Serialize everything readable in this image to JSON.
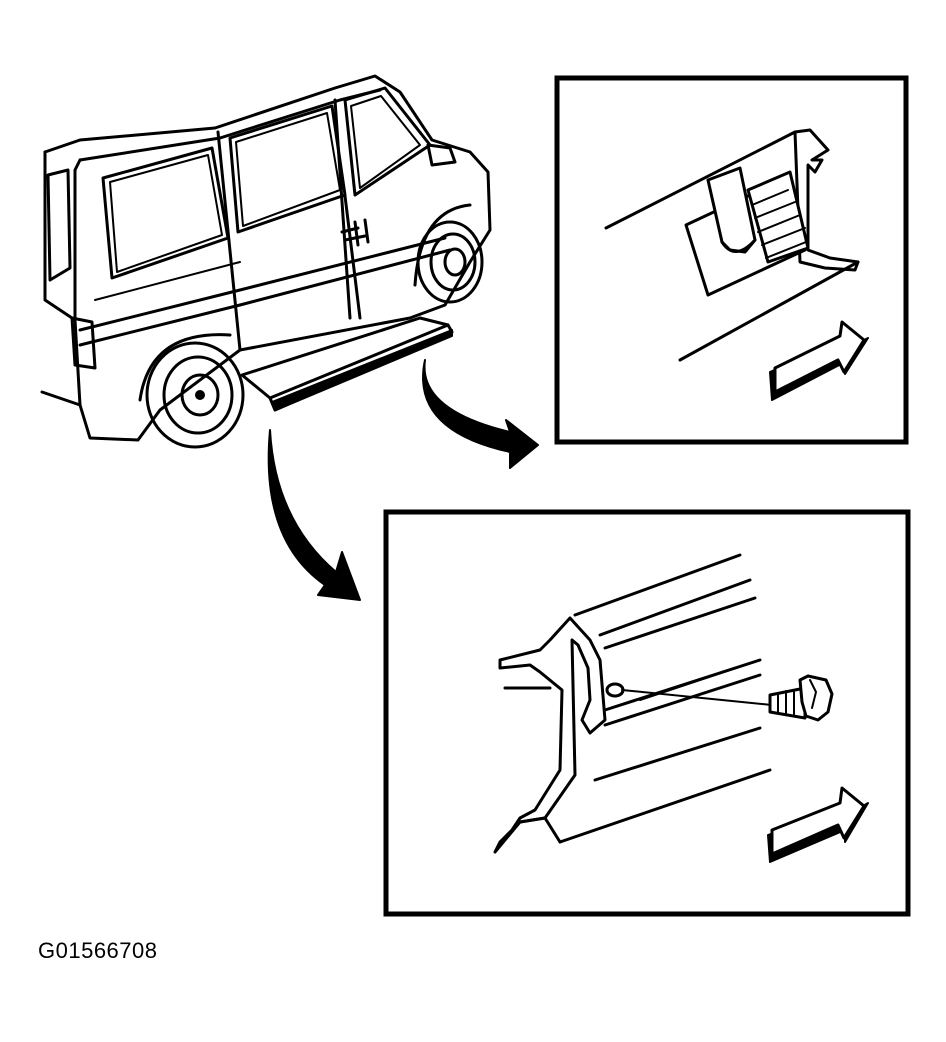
{
  "figure": {
    "code": "G01566708"
  },
  "icons": {
    "vehicle": "van-side-view-illustration",
    "detail_top": "tape-adhesive-detail",
    "detail_bottom": "bolt-fastener-detail",
    "direction": "direction-arrow-icon",
    "callout": "callout-arrow-icon"
  }
}
